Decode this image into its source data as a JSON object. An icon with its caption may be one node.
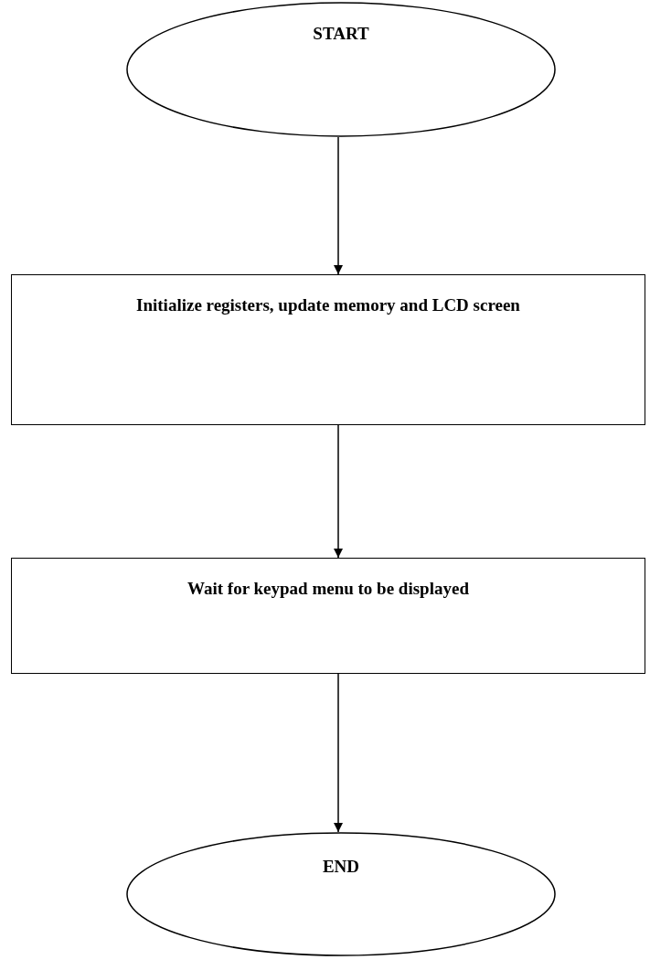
{
  "diagram": {
    "nodes": [
      {
        "text": [
          "START"
        ]
      },
      {
        "text": [
          "Initialize registers, update memory and LCD screen"
        ]
      },
      {
        "text": [
          "Wait for keypad menu to be displayed"
        ]
      },
      {
        "text": [
          "END"
        ]
      }
    ],
    "edges": [
      {
        "from": 0,
        "to": 1,
        "arrow": "to"
      },
      {
        "from": 1,
        "to": 2,
        "arrow": "to"
      },
      {
        "from": 2,
        "to": 3,
        "arrow": "to"
      }
    ]
  }
}
